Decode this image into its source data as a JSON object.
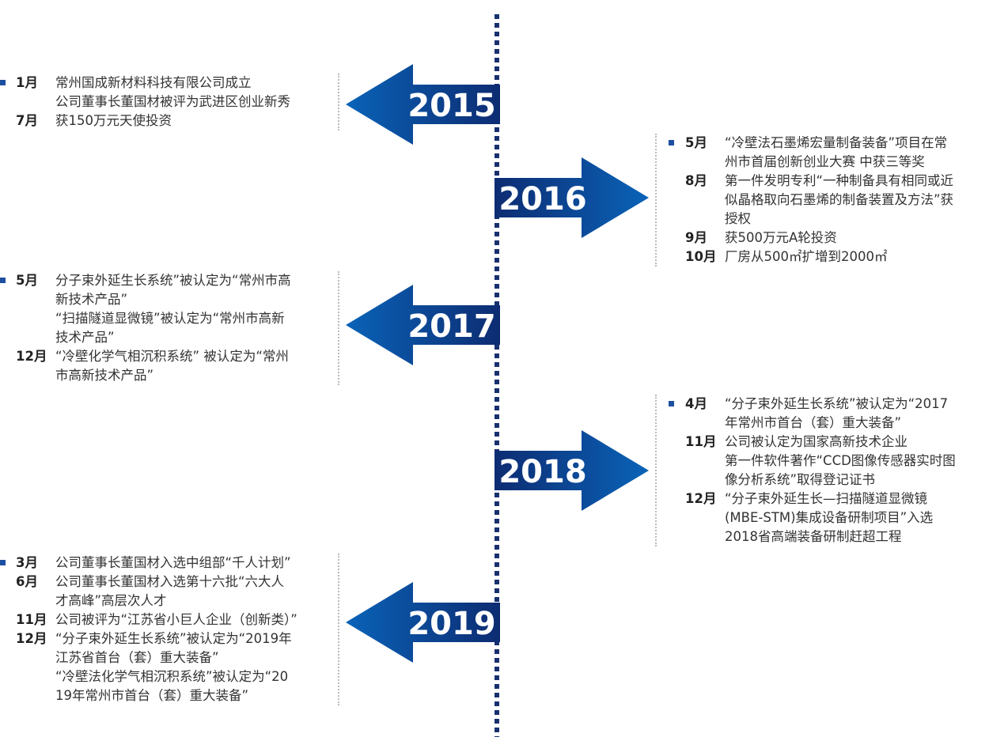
{
  "colors": {
    "arrow_dark": "#0d2c72",
    "arrow_light": "#0a63b8",
    "axis": "#17306e",
    "bullet": "#1c4fa0"
  },
  "years": [
    {
      "year": "2015",
      "side": "left",
      "entries": [
        {
          "month": "1月",
          "lines": [
            "常州国成新材料科技有限公司成立",
            "公司董事长董国材被评为武进区创业新秀"
          ]
        },
        {
          "month": "7月",
          "lines": [
            "获150万元天使投资"
          ]
        }
      ]
    },
    {
      "year": "2016",
      "side": "right",
      "entries": [
        {
          "month": "5月",
          "lines": [
            "“冷壁法石墨烯宏量制备装备”项目在常",
            "州市首届创新创业大赛 中获三等奖"
          ]
        },
        {
          "month": "8月",
          "lines": [
            "第一件发明专利“一种制备具有相同或近",
            "似晶格取向石墨烯的制备装置及方法”获",
            "授权"
          ]
        },
        {
          "month": "9月",
          "lines": [
            "获500万元A轮投资"
          ]
        },
        {
          "month": "10月",
          "lines": [
            "厂房从500㎡扩增到2000㎡"
          ]
        }
      ]
    },
    {
      "year": "2017",
      "side": "left",
      "entries": [
        {
          "month": "5月",
          "lines": [
            "分子束外延生长系统”被认定为“常州市高",
            "新技术产品”",
            "“扫描隧道显微镜”被认定为“常州市高新",
            "技术产品”"
          ]
        },
        {
          "month": "12月",
          "lines": [
            "“冷壁化学气相沉积系统” 被认定为“常州",
            "市高新技术产品”"
          ]
        }
      ]
    },
    {
      "year": "2018",
      "side": "right",
      "entries": [
        {
          "month": "4月",
          "lines": [
            "“分子束外延生长系统”被认定为“2017",
            "年常州市首台（套）重大装备”"
          ]
        },
        {
          "month": "11月",
          "lines": [
            "公司被认定为国家高新技术企业",
            "第一件软件著作“CCD图像传感器实时图",
            "像分析系统”取得登记证书"
          ]
        },
        {
          "month": "12月",
          "lines": [
            "“分子束外延生长—扫描隧道显微镜",
            "(MBE-STM)集成设备研制项目”入选",
            "2018省高端装备研制赶超工程"
          ]
        }
      ]
    },
    {
      "year": "2019",
      "side": "left",
      "entries": [
        {
          "month": "3月",
          "lines": [
            "公司董事长董国材入选中组部“千人计划”"
          ]
        },
        {
          "month": "6月",
          "lines": [
            "公司董事长董国材入选第十六批“六大人",
            "才高峰”高层次人才"
          ]
        },
        {
          "month": "11月",
          "lines": [
            "公司被评为“江苏省小巨人企业（创新类）”"
          ]
        },
        {
          "month": "12月",
          "lines": [
            "“分子束外延生长系统”被认定为“2019年",
            "江苏省首台（套）重大装备”",
            "“冷壁法化学气相沉积系统”被认定为“20",
            "19年常州市首台（套）重大装备”"
          ]
        }
      ]
    }
  ]
}
